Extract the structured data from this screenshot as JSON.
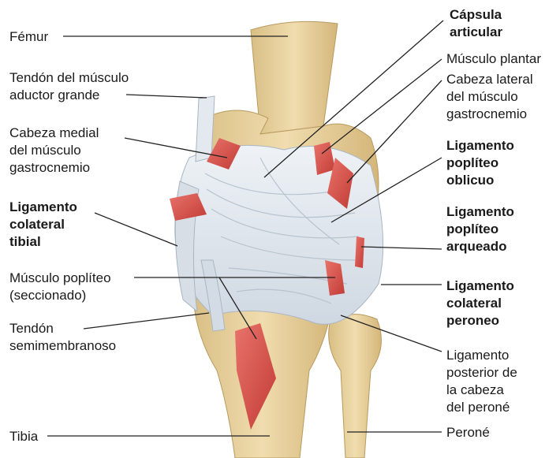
{
  "labels": {
    "femur": [
      "Fémur"
    ],
    "tendon_aductor": [
      "Tendón del músculo",
      "aductor grande"
    ],
    "cabeza_medial": [
      "Cabeza medial",
      "del músculo",
      "gastrocnemio"
    ],
    "lig_col_tibial": [
      "Ligamento",
      "colateral",
      "tibial"
    ],
    "popliteo": [
      "Músculo poplíteo",
      "(seccionado)"
    ],
    "semimembranoso": [
      "Tendón",
      "semimembranoso"
    ],
    "tibia": [
      "Tibia"
    ],
    "capsula": [
      "Cápsula",
      "articular"
    ],
    "plantar": [
      "Músculo plantar"
    ],
    "cabeza_lateral": [
      "Cabeza lateral",
      "del músculo",
      "gastrocnemio"
    ],
    "lig_obl": [
      "Ligamento",
      "poplíteo",
      "oblicuo"
    ],
    "lig_arq": [
      "Ligamento",
      "poplíteo",
      "arqueado"
    ],
    "lig_peroneo": [
      "Ligamento",
      "colateral",
      "peroneo"
    ],
    "lig_post": [
      "Ligamento",
      "posterior de",
      "la cabeza",
      "del peroné"
    ],
    "perone": [
      "Peroné"
    ]
  },
  "colors": {
    "bone": "#e8d3a0",
    "bone_shadow": "#c9ac72",
    "ligament": "#dfe6ee",
    "muscle": "#d9514a",
    "leader": "#222222"
  }
}
